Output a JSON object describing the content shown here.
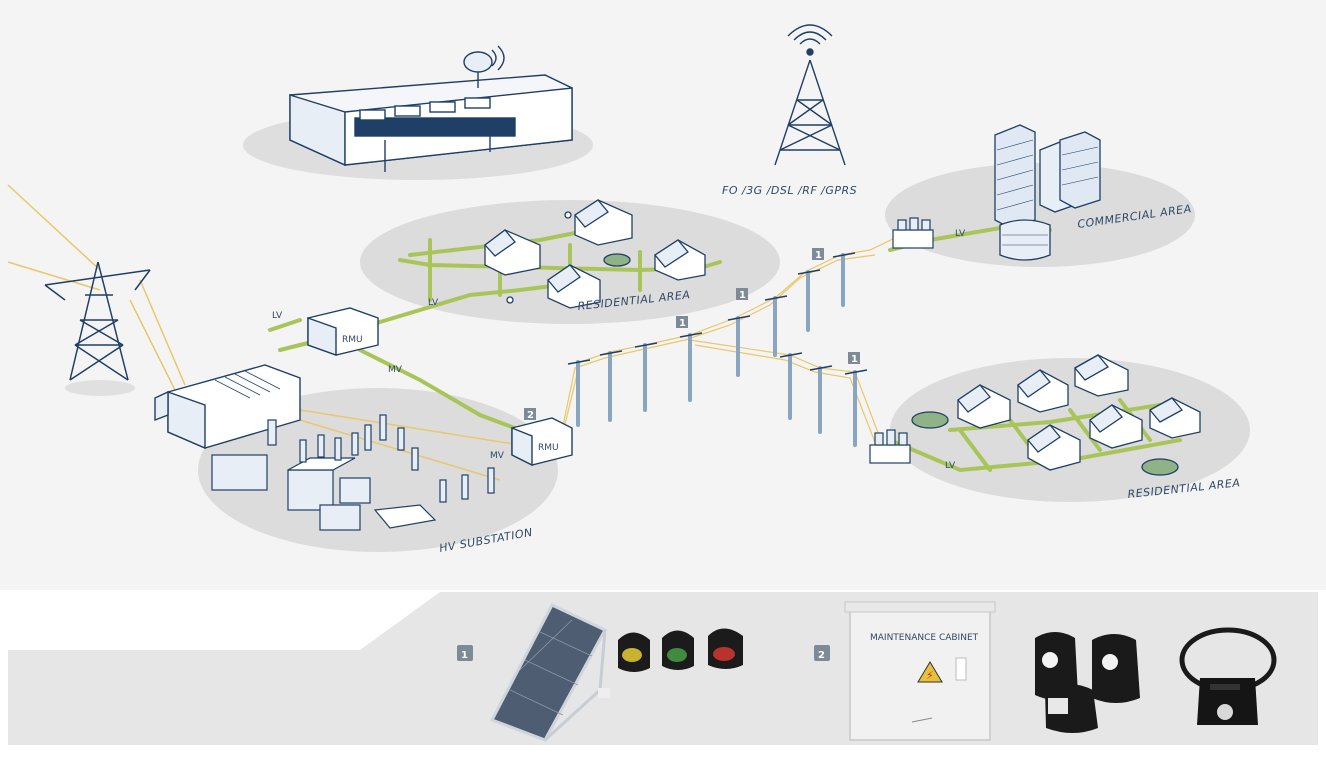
{
  "labels": {
    "comm": "FO /3G /DSL /RF /GPRS",
    "residential_top": "RESIDENTIAL AREA",
    "commercial": "COMMERCIAL AREA",
    "residential_right": "RESIDENTIAL AREA",
    "substation": "HV SUBSTATION",
    "rmu_top": "RMU",
    "rmu_bottom": "RMU",
    "lv_1": "LV",
    "lv_2": "LV",
    "lv_3": "LV",
    "lv_4": "LV",
    "mv_1": "MV",
    "mv_2": "MV"
  },
  "markers": {
    "m1": "1",
    "m2": "2"
  },
  "products": {
    "marker_1": "1",
    "marker_2": "2",
    "cabinet_text": "MAINTENANCE CABINET"
  },
  "colors": {
    "line_blue": "#1f3f66",
    "fill_light": "#e8eef5",
    "green_lv": "#a9c55a",
    "yellow_hv": "#e8c86a",
    "ground": "#dcdcdc",
    "background": "#f3f3f3",
    "product_panel": "#e6e6e6"
  }
}
